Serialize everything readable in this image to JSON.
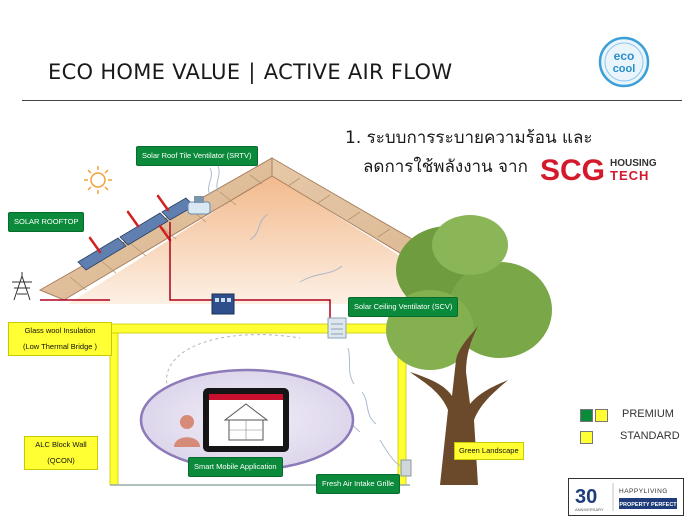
{
  "header": {
    "title_main": "ECO HOME VALUE",
    "title_sep": "|",
    "title_sub": "ACTIVE AIR FLOW"
  },
  "logo": {
    "eco_line1": "eco",
    "eco_line2": "cool",
    "icon": "eco-cool-logo"
  },
  "heading": {
    "line1": "1. ระบบการระบายความร้อน และ",
    "line2": "ลดการใช้พลังงาน จาก"
  },
  "brand": {
    "scg": "SCG",
    "housing": "HOUSING",
    "tech": "TECH"
  },
  "labels": {
    "srtv": "Solar Roof Tile Ventilator (SRTV)",
    "solar_rooftop": "SOLAR ROOFTOP",
    "scv": "Solar Ceiling Ventilator (SCV)",
    "glass_wool_1": "Glass wool Insulation",
    "glass_wool_2": "(Low Thermal Bridge )",
    "alc_1": "ALC Block Wall",
    "alc_2": "(QCON)",
    "smart_app": "Smart Mobile Application",
    "fresh_air": "Fresh Air Intake Grille",
    "green_landscape": "Green Landscape"
  },
  "legend": {
    "premium": "PREMIUM",
    "standard": "STANDARD"
  },
  "badge": {
    "num": "30",
    "anniv": "ANNIVERSARY",
    "happy": "HAPPYLIVING",
    "perfect": "PROPERTY PERFECT"
  },
  "colors": {
    "premium_green": "#0a8a3a",
    "standard_yellow": "#ffff33",
    "scg_red": "#d3192a",
    "roof": "#e8a878",
    "wire_red": "#b0001a"
  },
  "icons": [
    "sun-icon",
    "power-tower-icon",
    "control-box-icon",
    "tablet-icon",
    "person-icon",
    "tree-icon",
    "ceiling-fan-vent-icon",
    "roof-vent-icon"
  ]
}
